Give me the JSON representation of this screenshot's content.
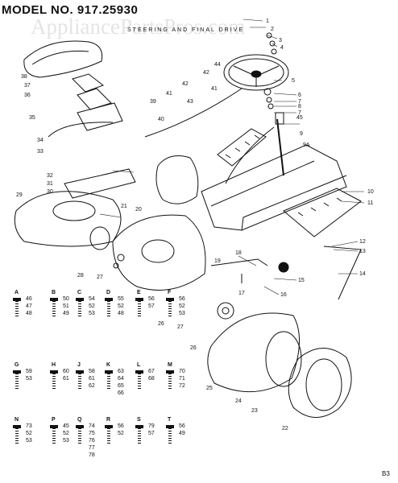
{
  "header": {
    "model_title": "MODEL NO. 917.25930",
    "subtitle": "STEERING AND FINAL DRIVE",
    "watermark": "AppliancePartsPros.com",
    "page_number": "B3"
  },
  "callouts": [
    {
      "id": "c1",
      "label": "1"
    },
    {
      "id": "c2",
      "label": "2"
    },
    {
      "id": "c3",
      "label": "3"
    },
    {
      "id": "c4",
      "label": "4"
    },
    {
      "id": "c5",
      "label": "5"
    },
    {
      "id": "c6",
      "label": "6"
    },
    {
      "id": "c7",
      "label": "7"
    },
    {
      "id": "c7b",
      "label": "7"
    },
    {
      "id": "c8",
      "label": "8"
    },
    {
      "id": "c9",
      "label": "9"
    },
    {
      "id": "c10",
      "label": "10"
    },
    {
      "id": "c11",
      "label": "11"
    },
    {
      "id": "c12",
      "label": "12"
    },
    {
      "id": "c13",
      "label": "13"
    },
    {
      "id": "c14",
      "label": "14"
    },
    {
      "id": "c15",
      "label": "15"
    },
    {
      "id": "c16",
      "label": "16"
    },
    {
      "id": "c17",
      "label": "17"
    },
    {
      "id": "c18",
      "label": "18"
    },
    {
      "id": "c19",
      "label": "19"
    },
    {
      "id": "c20",
      "label": "20"
    },
    {
      "id": "c21",
      "label": "21"
    },
    {
      "id": "c22",
      "label": "22"
    },
    {
      "id": "c23",
      "label": "23"
    },
    {
      "id": "c24",
      "label": "24"
    },
    {
      "id": "c25",
      "label": "25"
    },
    {
      "id": "c26",
      "label": "26"
    },
    {
      "id": "c27",
      "label": "27"
    },
    {
      "id": "c27b",
      "label": "27"
    },
    {
      "id": "c28",
      "label": "28"
    },
    {
      "id": "c29",
      "label": "29"
    },
    {
      "id": "c30",
      "label": "30"
    },
    {
      "id": "c31",
      "label": "31"
    },
    {
      "id": "c32",
      "label": "32"
    },
    {
      "id": "c33",
      "label": "33"
    },
    {
      "id": "c34",
      "label": "34"
    },
    {
      "id": "c35",
      "label": "35"
    },
    {
      "id": "c36",
      "label": "36"
    },
    {
      "id": "c37",
      "label": "37"
    },
    {
      "id": "c38",
      "label": "38"
    },
    {
      "id": "c39",
      "label": "39"
    },
    {
      "id": "c40",
      "label": "40"
    },
    {
      "id": "c41",
      "label": "41"
    },
    {
      "id": "c41b",
      "label": "41"
    },
    {
      "id": "c42",
      "label": "42"
    },
    {
      "id": "c42b",
      "label": "42"
    },
    {
      "id": "c43",
      "label": "43"
    },
    {
      "id": "c44",
      "label": "44"
    },
    {
      "id": "c45",
      "label": "45"
    },
    {
      "id": "c9a",
      "label": "9A"
    },
    {
      "id": "c26b",
      "label": "26"
    }
  ],
  "letter_keys": [
    "A",
    "B",
    "C",
    "D",
    "E",
    "F",
    "G",
    "H",
    "J",
    "K",
    "L",
    "M",
    "N",
    "P",
    "Q",
    "R",
    "S",
    "T"
  ],
  "hardware": [
    {
      "letter": "A",
      "nums": [
        "46",
        "47",
        "48"
      ]
    },
    {
      "letter": "B",
      "nums": [
        "50",
        "51",
        "49"
      ]
    },
    {
      "letter": "C",
      "nums": [
        "54",
        "52",
        "53"
      ]
    },
    {
      "letter": "D",
      "nums": [
        "55",
        "52",
        "48"
      ]
    },
    {
      "letter": "E",
      "nums": [
        "56",
        "57"
      ]
    },
    {
      "letter": "F",
      "nums": [
        "56",
        "52",
        "53"
      ]
    },
    {
      "letter": "G",
      "nums": [
        "59",
        "53"
      ]
    },
    {
      "letter": "H",
      "nums": [
        "60",
        "61"
      ]
    },
    {
      "letter": "J",
      "nums": [
        "58",
        "61",
        "62"
      ]
    },
    {
      "letter": "K",
      "nums": [
        "63",
        "64",
        "65",
        "66"
      ]
    },
    {
      "letter": "L",
      "nums": [
        "67",
        "68"
      ]
    },
    {
      "letter": "M",
      "nums": [
        "70",
        "71",
        "72"
      ]
    },
    {
      "letter": "N",
      "nums": [
        "73",
        "52",
        "53"
      ]
    },
    {
      "letter": "P",
      "nums": [
        "45",
        "52",
        "53"
      ]
    },
    {
      "letter": "Q",
      "nums": [
        "74",
        "75",
        "76",
        "77",
        "78"
      ]
    },
    {
      "letter": "R",
      "nums": [
        "56",
        "52"
      ]
    },
    {
      "letter": "S",
      "nums": [
        "79",
        "57"
      ]
    },
    {
      "letter": "T",
      "nums": [
        "56",
        "49"
      ]
    }
  ],
  "colors": {
    "ink": "#111111",
    "paper": "#ffffff",
    "watermark": "#cfcfcf"
  }
}
